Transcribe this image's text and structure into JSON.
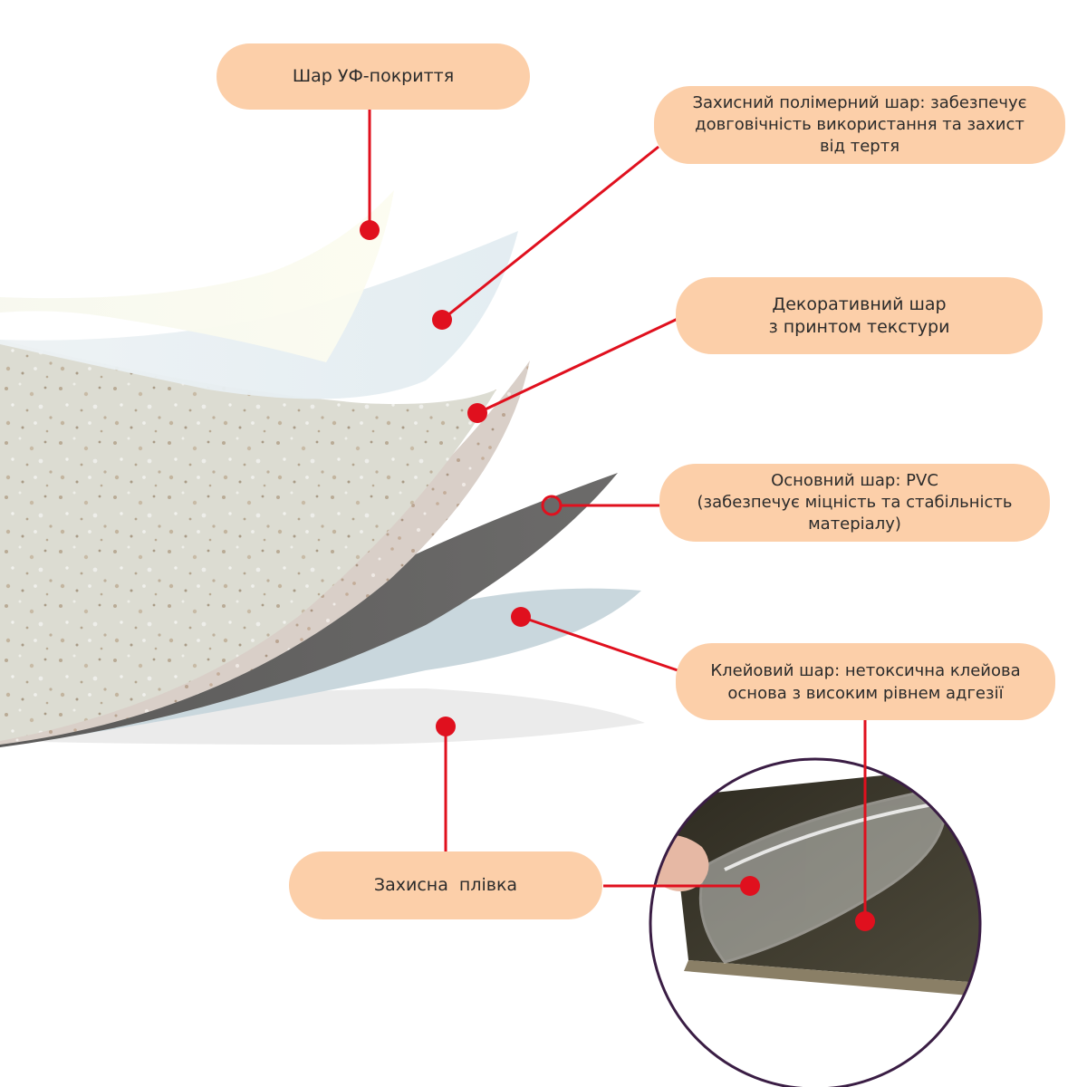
{
  "colors": {
    "label_bg": "#fccfa9",
    "leader_line": "#e0101e",
    "marker": "#e0101e",
    "inset_ring": "#3a1d44"
  },
  "labels": {
    "uv": {
      "lines": [
        "Шар УФ-покриття"
      ]
    },
    "polymer": {
      "lines": [
        "Захисний полімерний шар: забезпечує",
        "довговічність використання та захист",
        "від тертя"
      ]
    },
    "decor": {
      "lines": [
        "Декоративний шар",
        "з принтом текстури"
      ]
    },
    "pvc": {
      "lines": [
        "Основний шар: PVC",
        "(забезпечує міцність та стабільність",
        "матеріалу)"
      ]
    },
    "adhesive": {
      "lines": [
        "Клейовий шар: нетоксична клейова",
        "основа з високим рівнем адгезії"
      ]
    },
    "film": {
      "lines": [
        "Захисна  плівка"
      ]
    }
  },
  "layers": [
    "uv-coating-sheet",
    "polymer-sheet",
    "decor-sheet",
    "pvc-sheet",
    "adhesive-sheet",
    "protective-film-sheet"
  ],
  "inset": {
    "description_icon": "peeled-film-photo"
  }
}
